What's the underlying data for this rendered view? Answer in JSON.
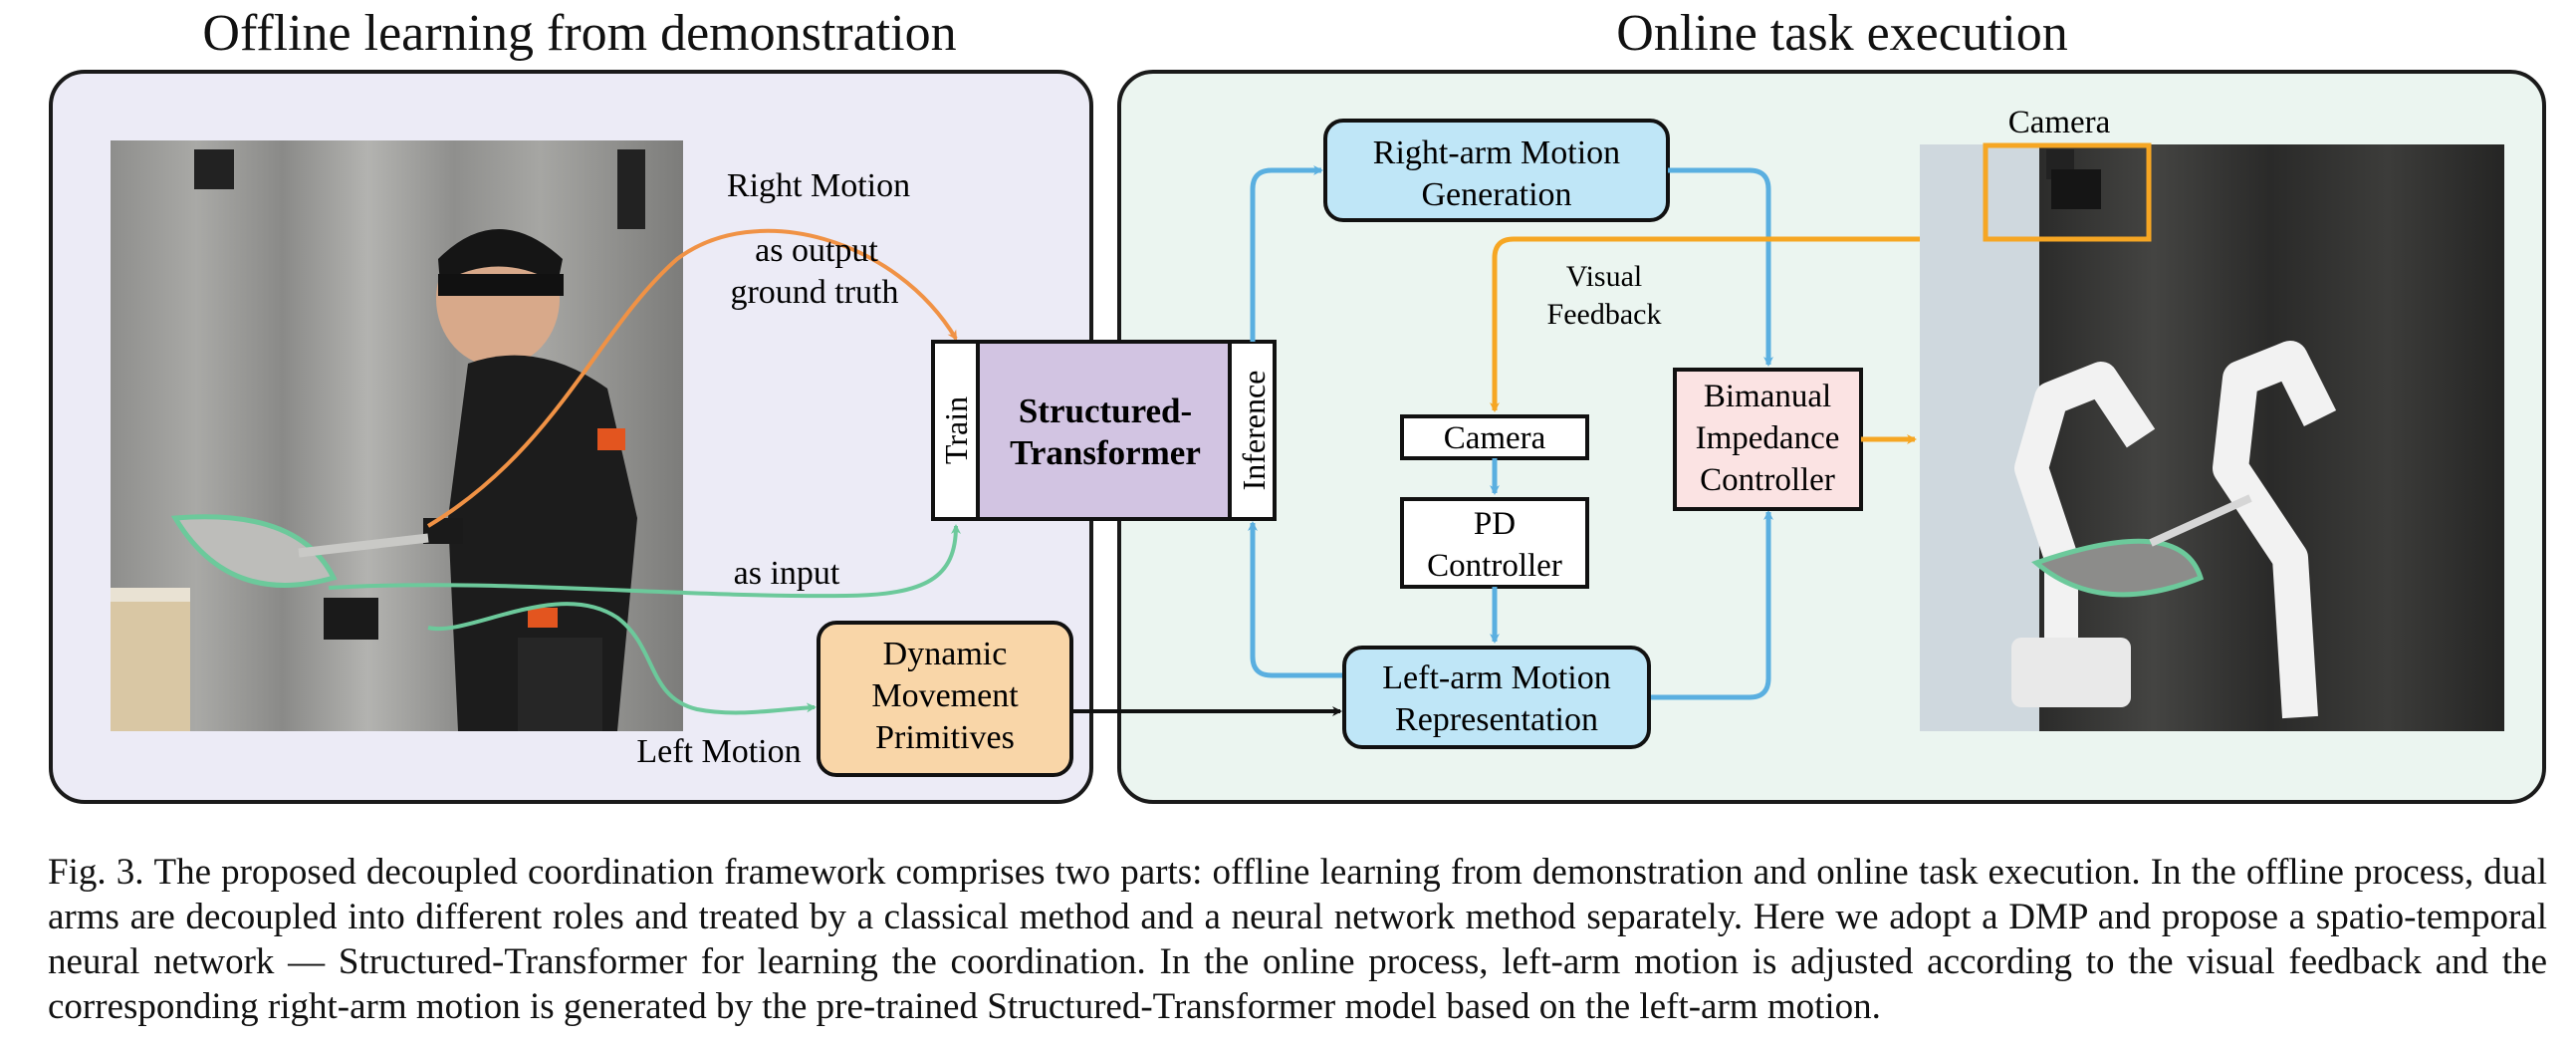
{
  "offline": {
    "title": "Offline learning from demonstration",
    "right_motion": "Right Motion",
    "as_output_1": "as output",
    "as_output_2": "ground truth",
    "as_input": "as input",
    "left_motion": "Left Motion",
    "train": "Train",
    "structured_1": "Structured-",
    "structured_2": "Transformer",
    "inference": "Inference",
    "dmp_1": "Dynamic",
    "dmp_2": "Movement",
    "dmp_3": "Primitives"
  },
  "online": {
    "title": "Online task execution",
    "right_gen_1": "Right-arm Motion",
    "right_gen_2": "Generation",
    "visual_1": "Visual",
    "visual_2": "Feedback",
    "camera_box": "Camera",
    "pd_1": "PD",
    "pd_2": "Controller",
    "bimanual_1": "Bimanual",
    "bimanual_2": "Impedance",
    "bimanual_3": "Controller",
    "left_rep_1": "Left-arm Motion",
    "left_rep_2": "Representation",
    "camera_label": "Camera"
  },
  "caption": {
    "label": "Fig. 3.",
    "text": "The proposed decoupled coordination framework comprises two parts: offline learning from demonstration and online task execution. In the offline process, dual arms are decoupled into different roles and treated by a classical method and a neural network method separately. Here we adopt a DMP and propose a spatio-temporal neural network — Structured-Transformer for learning the coordination. In the online process, left-arm motion is adjusted according to the visual feedback and the corresponding right-arm motion is generated by the pre-trained Structured-Transformer model based on the left-arm motion."
  },
  "colors": {
    "offline_panel": "#ecebf6",
    "online_panel": "#ebf5f0",
    "transformer": "#d2c4e2",
    "motion_box": "#bfe6f7",
    "dmp": "#f9d6a8",
    "bimanual": "#fbe3e3",
    "blue_arrow": "#5aafe0",
    "orange_arrow": "#f09245",
    "green_arrow": "#6cc99b",
    "camera_arrow": "#f6a623"
  }
}
